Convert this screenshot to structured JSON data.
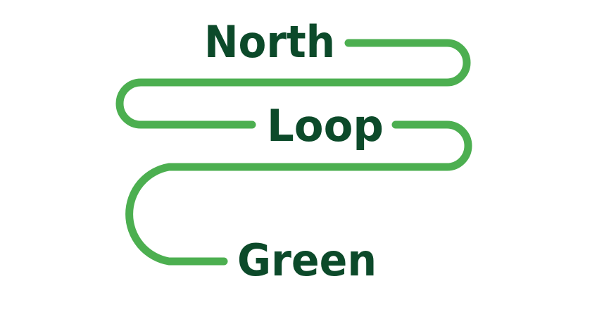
{
  "logo": {
    "words": [
      "North",
      "Loop",
      "Green"
    ],
    "text_color": "#0c4a2a",
    "line_color": "#4caf50",
    "background": "#ffffff"
  }
}
